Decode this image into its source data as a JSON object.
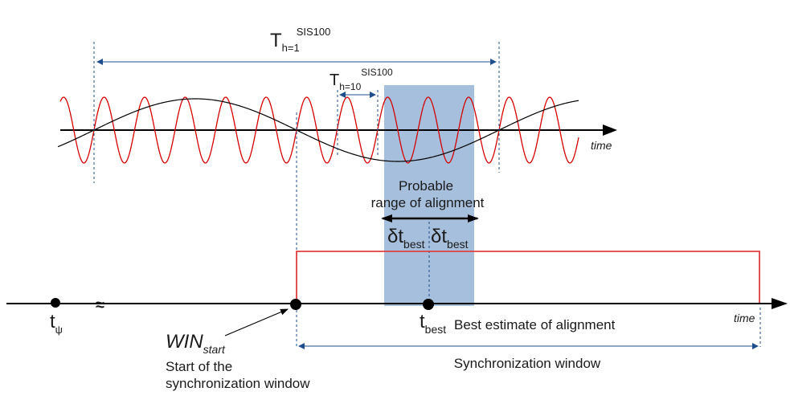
{
  "colors": {
    "axis": "#000000",
    "harmonic_wave": "#d40000",
    "fundamental_wave": "#000000",
    "dimension_line": "#1f4e8c",
    "window_pulse": "#e04040",
    "alignment_band": "#a6bfdc"
  },
  "top_plot": {
    "axis_label": "time",
    "period_h1": {
      "symbol": "T",
      "subscript": "h=1",
      "superscript": "SIS100"
    },
    "period_h10": {
      "symbol": "T",
      "subscript": "h=10",
      "superscript": "SIS100"
    }
  },
  "alignment": {
    "range_label_line1": "Probable",
    "range_label_line2": "range of alignment",
    "delta_left": {
      "symbol": "δt",
      "subscript": "best"
    },
    "delta_right": {
      "symbol": "δt",
      "subscript": "best"
    }
  },
  "bottom_timeline": {
    "axis_label": "time",
    "t_psi": {
      "symbol": "t",
      "subscript": "ψ"
    },
    "axis_break": "≈",
    "win_start": {
      "symbol": "WIN",
      "subscript": "start"
    },
    "win_start_caption_line1": "Start of the",
    "win_start_caption_line2": "synchronization window",
    "t_best": {
      "symbol": "t",
      "subscript": "best"
    },
    "best_estimate_label": "Best estimate of alignment",
    "sync_window_label": "Synchronization window"
  }
}
